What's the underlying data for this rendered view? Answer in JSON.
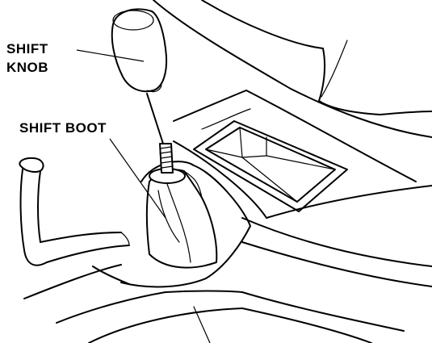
{
  "labels": {
    "shift_knob_line1": "SHIFT",
    "shift_knob_line2": "KNOB",
    "shift_boot": "SHIFT BOOT"
  },
  "colors": {
    "ink": "#000000",
    "background": "#ffffff"
  }
}
